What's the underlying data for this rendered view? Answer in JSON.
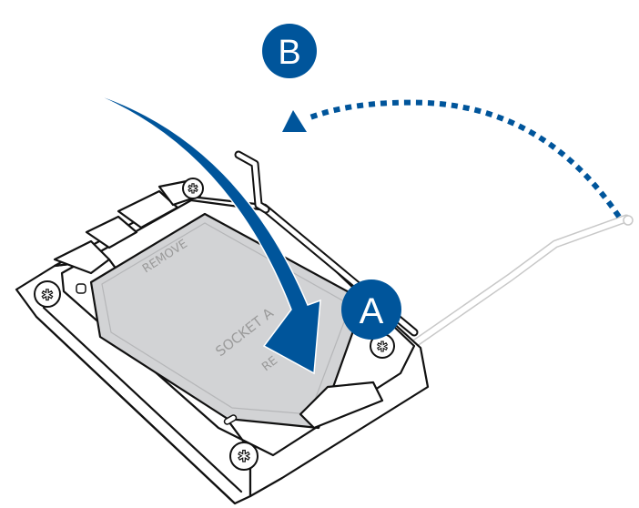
{
  "figure": {
    "description": "Socket lever release illustration",
    "step_labels": [
      {
        "id": "A",
        "text": "A",
        "meaning": "press lever down and out"
      },
      {
        "id": "B",
        "text": "B",
        "meaning": "lift lever up"
      }
    ],
    "cpu_cover_texts": {
      "remove_top": "REMOVE",
      "socket": "SOCKET A",
      "remove_bottom": "RE"
    },
    "colors": {
      "accent_blue": "#00559B",
      "cover_gray": "#D2D3D5",
      "line_black": "#111111",
      "lever_ghost_gray": "#C8C8C8"
    }
  }
}
